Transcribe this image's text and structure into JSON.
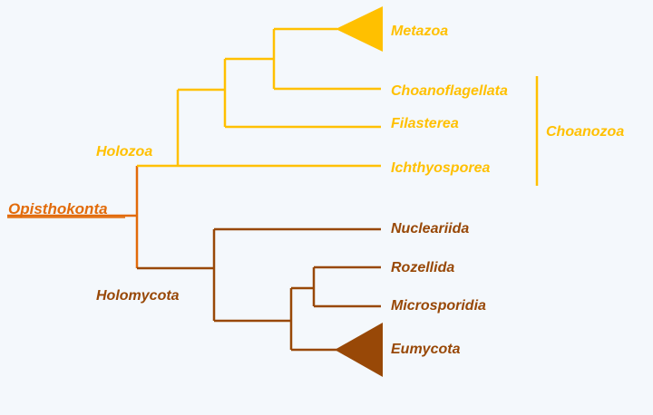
{
  "colors": {
    "holozoa": "#ffc000",
    "holomycota": "#984807",
    "opisthokonta": "#e26b0a",
    "background": "#f4f8fc"
  },
  "clades": {
    "opisthokonta": "Opisthokonta",
    "holozoa": "Holozoa",
    "holomycota": "Holomycota",
    "choanozoa": "Choanozoa"
  },
  "taxa": {
    "metazoa": "Metazoa",
    "choanoflagellata": "Choanoflagellata",
    "filasterea": "Filasterea",
    "ichthyosporea": "Ichthyosporea",
    "nucleariida": "Nucleariida",
    "rozellida": "Rozellida",
    "microsporidia": "Microsporidia",
    "eumycota": "Eumycota"
  }
}
